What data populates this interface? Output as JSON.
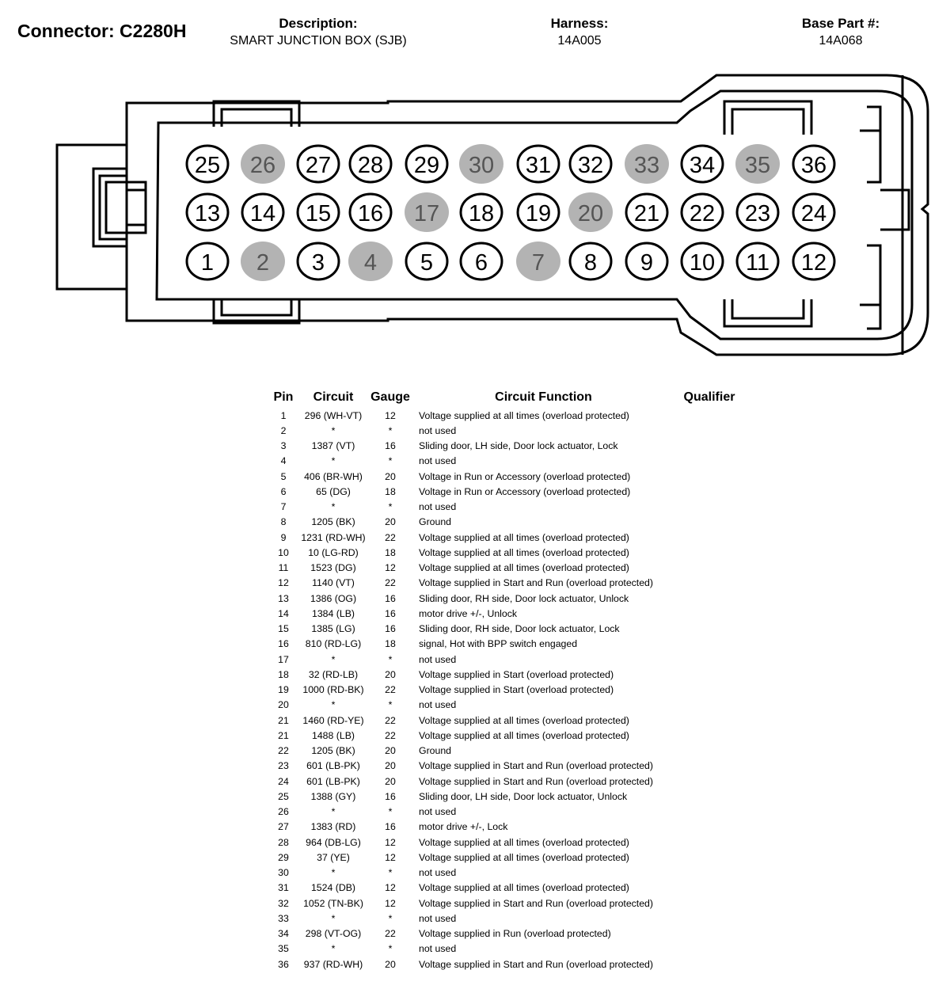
{
  "header": {
    "connector": "Connector: C2280H",
    "description_label": "Description:",
    "description_value": "SMART JUNCTION BOX (SJB)",
    "harness_label": "Harness:",
    "harness_value": "14A005",
    "base_part_label": "Base Part #:",
    "base_part_value": "14A068"
  },
  "colors": {
    "unused_pin": "#b3b3b3",
    "line": "#000000"
  },
  "connector_rows": [
    [
      25,
      26,
      27,
      28,
      29,
      30,
      31,
      32,
      33,
      34,
      35,
      36
    ],
    [
      13,
      14,
      15,
      16,
      17,
      18,
      19,
      20,
      21,
      22,
      23,
      24
    ],
    [
      1,
      2,
      3,
      4,
      5,
      6,
      7,
      8,
      9,
      10,
      11,
      12
    ]
  ],
  "unused_pins": [
    2,
    4,
    7,
    17,
    20,
    26,
    30,
    33,
    35
  ],
  "table": {
    "headers": [
      "Pin",
      "Circuit",
      "Gauge",
      "Circuit Function",
      "Qualifier"
    ],
    "rows": [
      [
        "1",
        "296 (WH-VT)",
        "12",
        "Voltage supplied at all times (overload protected)"
      ],
      [
        "2",
        "*",
        "*",
        "not used"
      ],
      [
        "3",
        "1387 (VT)",
        "16",
        "Sliding door, LH side, Door lock actuator, Lock"
      ],
      [
        "4",
        "*",
        "*",
        "not used"
      ],
      [
        "5",
        "406 (BR-WH)",
        "20",
        "Voltage in Run or Accessory (overload protected)"
      ],
      [
        "6",
        "65 (DG)",
        "18",
        "Voltage in Run or Accessory (overload protected)"
      ],
      [
        "7",
        "*",
        "*",
        "not used"
      ],
      [
        "8",
        "1205 (BK)",
        "20",
        "Ground"
      ],
      [
        "9",
        "1231 (RD-WH)",
        "22",
        "Voltage supplied at all times (overload protected)"
      ],
      [
        "10",
        "10 (LG-RD)",
        "18",
        "Voltage supplied at all times (overload protected)"
      ],
      [
        "11",
        "1523 (DG)",
        "12",
        "Voltage supplied at all times (overload protected)"
      ],
      [
        "12",
        "1140 (VT)",
        "22",
        "Voltage supplied in Start and Run (overload protected)"
      ],
      [
        "13",
        "1386 (OG)",
        "16",
        "Sliding door, RH side, Door lock actuator, Unlock"
      ],
      [
        "14",
        "1384 (LB)",
        "16",
        "motor drive +/-, Unlock"
      ],
      [
        "15",
        "1385 (LG)",
        "16",
        "Sliding door, RH side, Door lock actuator, Lock"
      ],
      [
        "16",
        "810 (RD-LG)",
        "18",
        "signal, Hot with BPP switch engaged"
      ],
      [
        "17",
        "*",
        "*",
        "not used"
      ],
      [
        "18",
        "32 (RD-LB)",
        "20",
        "Voltage supplied in Start (overload protected)"
      ],
      [
        "19",
        "1000 (RD-BK)",
        "22",
        "Voltage supplied in Start (overload protected)"
      ],
      [
        "20",
        "*",
        "*",
        "not used"
      ],
      [
        "21",
        "1460 (RD-YE)",
        "22",
        "Voltage supplied at all times (overload protected)"
      ],
      [
        "21",
        "1488 (LB)",
        "22",
        "Voltage supplied at all times (overload protected)"
      ],
      [
        "22",
        "1205 (BK)",
        "20",
        "Ground"
      ],
      [
        "23",
        "601 (LB-PK)",
        "20",
        "Voltage supplied in Start and Run (overload protected)"
      ],
      [
        "24",
        "601 (LB-PK)",
        "20",
        "Voltage supplied in Start and Run (overload protected)"
      ],
      [
        "25",
        "1388 (GY)",
        "16",
        "Sliding door, LH side, Door lock actuator, Unlock"
      ],
      [
        "26",
        "*",
        "*",
        "not used"
      ],
      [
        "27",
        "1383 (RD)",
        "16",
        "motor drive +/-, Lock"
      ],
      [
        "28",
        "964 (DB-LG)",
        "12",
        "Voltage supplied at all times (overload protected)"
      ],
      [
        "29",
        "37 (YE)",
        "12",
        "Voltage supplied at all times (overload protected)"
      ],
      [
        "30",
        "*",
        "*",
        "not used"
      ],
      [
        "31",
        "1524 (DB)",
        "12",
        "Voltage supplied at all times (overload protected)"
      ],
      [
        "32",
        "1052 (TN-BK)",
        "12",
        "Voltage supplied in Start and Run (overload protected)"
      ],
      [
        "33",
        "*",
        "*",
        "not used"
      ],
      [
        "34",
        "298 (VT-OG)",
        "22",
        "Voltage supplied in Run (overload protected)"
      ],
      [
        "35",
        "*",
        "*",
        "not used"
      ],
      [
        "36",
        "937 (RD-WH)",
        "20",
        "Voltage supplied in Start and Run (overload protected)"
      ]
    ]
  }
}
